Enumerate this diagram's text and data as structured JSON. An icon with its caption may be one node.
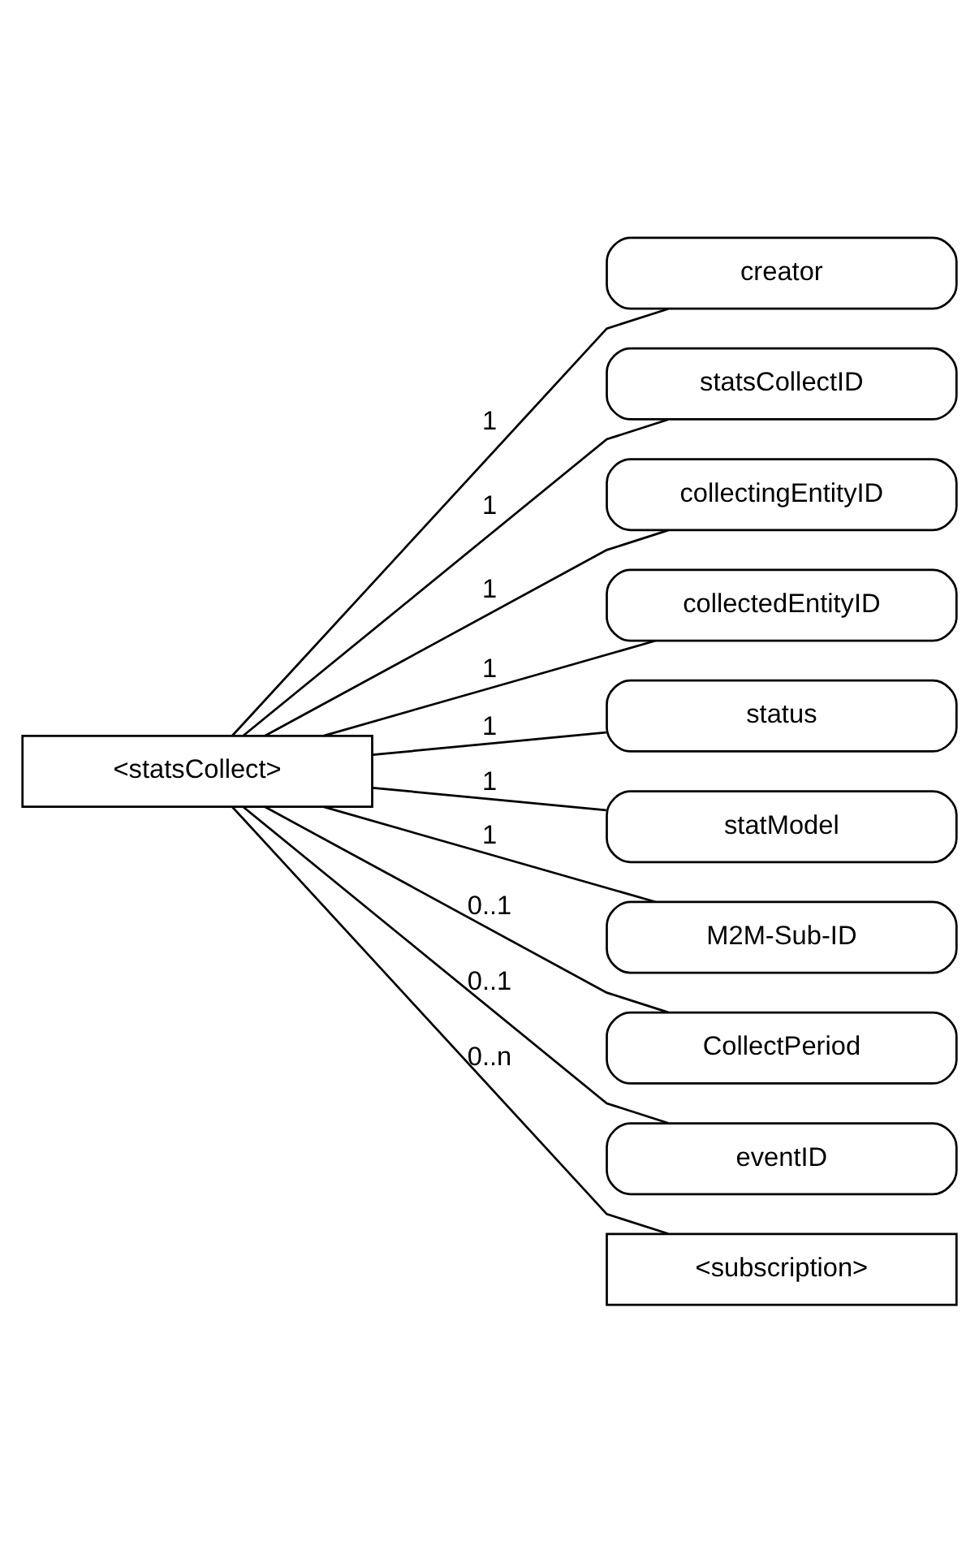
{
  "diagram": {
    "nodes": [
      {
        "text": [
          "<statsCollect>"
        ]
      },
      {
        "text": [
          "creator"
        ]
      },
      {
        "text": [
          "statsCollectID"
        ]
      },
      {
        "text": [
          "collectingEntityID"
        ]
      },
      {
        "text": [
          "collectedEntityID"
        ]
      },
      {
        "text": [
          "status"
        ]
      },
      {
        "text": [
          "statModel"
        ]
      },
      {
        "text": [
          "M2M-Sub-ID"
        ]
      },
      {
        "text": [
          "CollectPeriod"
        ]
      },
      {
        "text": [
          "eventID"
        ]
      },
      {
        "text": [
          "<subscription>"
        ]
      }
    ],
    "edges": [
      {
        "from": 0,
        "to": 1,
        "arrow": "none",
        "label": "1"
      },
      {
        "from": 0,
        "to": 2,
        "arrow": "none",
        "label": "1"
      },
      {
        "from": 0,
        "to": 3,
        "arrow": "none",
        "label": "1"
      },
      {
        "from": 0,
        "to": 4,
        "arrow": "none",
        "label": "1"
      },
      {
        "from": 0,
        "to": 5,
        "arrow": "none",
        "label": "1"
      },
      {
        "from": 0,
        "to": 6,
        "arrow": "none",
        "label": "1"
      },
      {
        "from": 0,
        "to": 7,
        "arrow": "none",
        "label": "1"
      },
      {
        "from": 0,
        "to": 8,
        "arrow": "none",
        "label": "0..1"
      },
      {
        "from": 0,
        "to": 9,
        "arrow": "none",
        "label": "0..1"
      },
      {
        "from": 0,
        "to": 10,
        "arrow": "none",
        "label": "0..n"
      }
    ]
  }
}
